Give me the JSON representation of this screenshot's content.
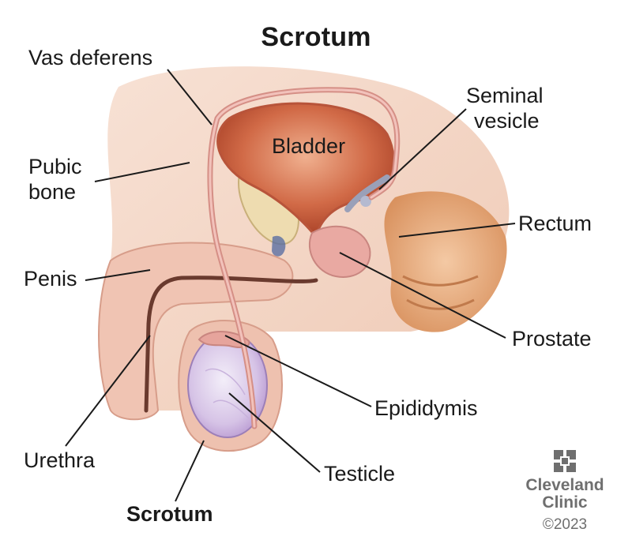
{
  "title": "Scrotum",
  "labels": {
    "vas_deferens": "Vas deferens",
    "pubic_bone_1": "Pubic",
    "pubic_bone_2": "bone",
    "penis": "Penis",
    "urethra": "Urethra",
    "scrotum": "Scrotum",
    "testicle": "Testicle",
    "epididymis": "Epididymis",
    "prostate": "Prostate",
    "rectum": "Rectum",
    "seminal_vesicle_1": "Seminal",
    "seminal_vesicle_2": "vesicle",
    "bladder": "Bladder"
  },
  "brand": {
    "name_1": "Cleveland",
    "name_2": "Clinic",
    "copyright": "©2023",
    "icon": "cleveland-clinic-cross-icon",
    "color": "#6f6f6f"
  },
  "colors": {
    "skin": "#f1c9b4",
    "tissue": "#e9a9a2",
    "bladder": "#c85a3c",
    "testicle": "#d9c7e6",
    "bone": "#e9d8a8",
    "leader": "#1a1a1a"
  }
}
